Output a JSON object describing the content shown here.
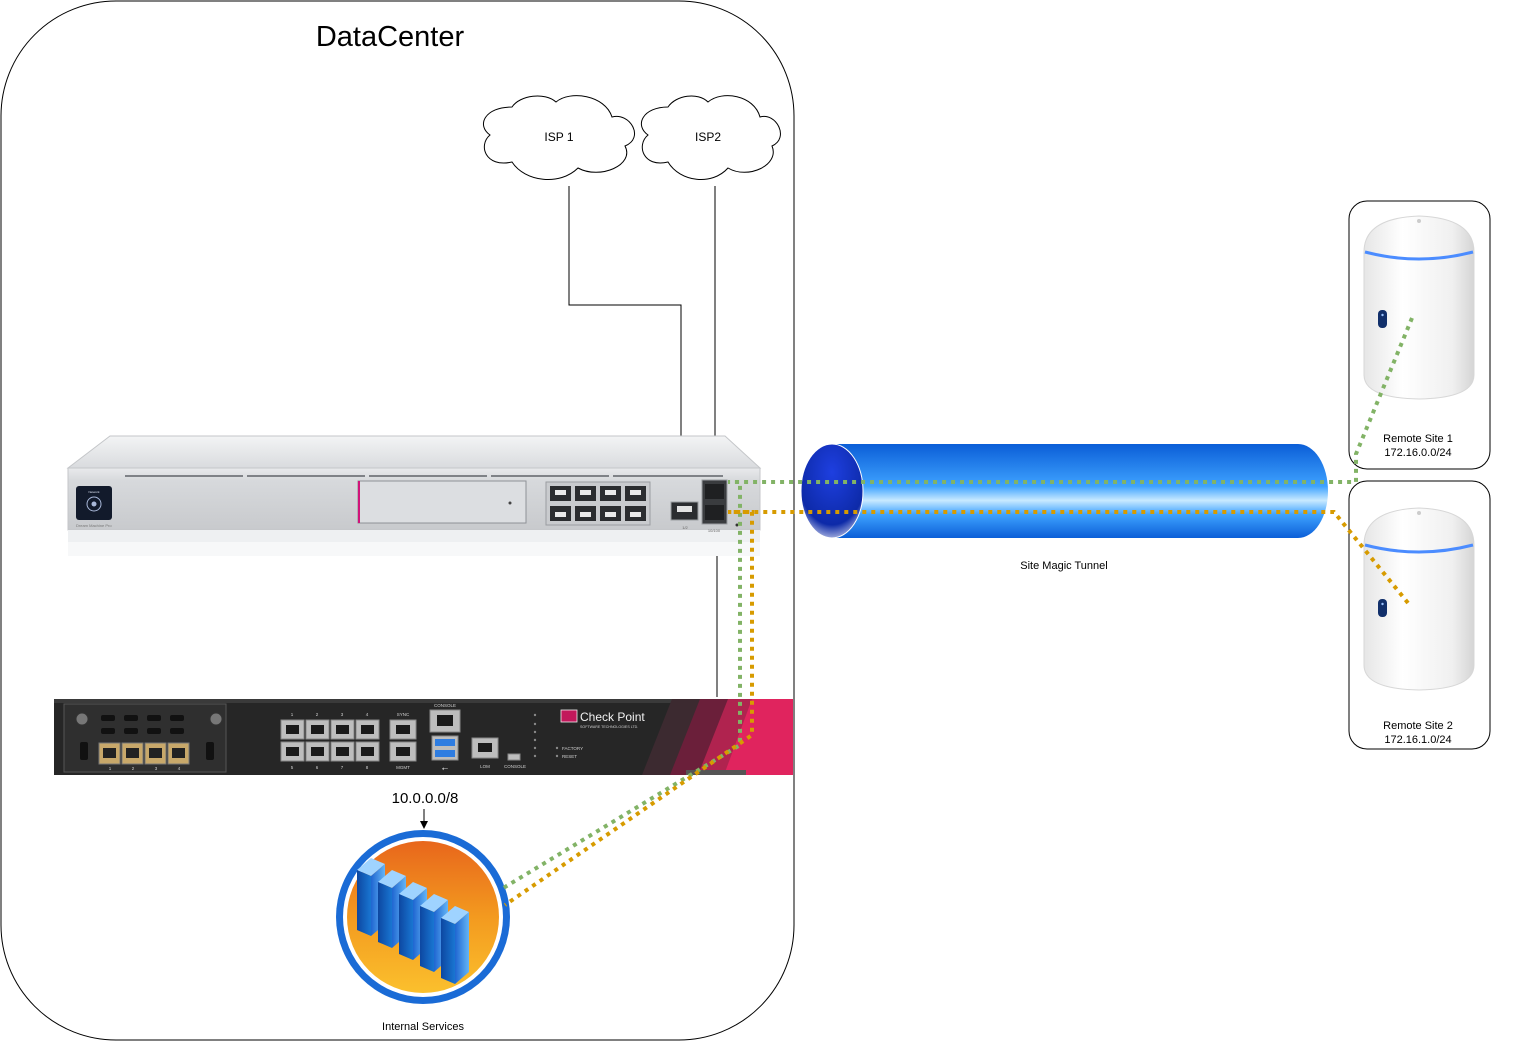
{
  "datacenter": {
    "title": "DataCenter"
  },
  "clouds": [
    {
      "label": "ISP 1"
    },
    {
      "label": "ISP2"
    }
  ],
  "gateway": {
    "device_label": "Dream Machine Pro",
    "screen_text": "Network",
    "port_caption": "1/2",
    "sfp_caption": "10/100"
  },
  "firewall": {
    "brand": "Check Point",
    "brand_sub": "SOFTWARE TECHNOLOGIES LTD.",
    "sfp_numbers": [
      "1",
      "2",
      "3",
      "4"
    ],
    "port_numbers_top": [
      "1",
      "2",
      "3",
      "4"
    ],
    "port_numbers_bottom": [
      "5",
      "6",
      "7",
      "8"
    ],
    "sync_label": "SYNC",
    "mgmt_label": "MGMT",
    "console_label": "CONSOLE",
    "lom_label": "LOM",
    "console2_label": "CONSOLE",
    "factory_label": "FACTORY",
    "reset_label": "RESET"
  },
  "internal": {
    "subnet": "10.0.0.0/8",
    "label": "Internal Services"
  },
  "tunnel": {
    "label": "Site Magic Tunnel"
  },
  "remote_sites": [
    {
      "name": "Remote Site 1",
      "subnet": "172.16.0.0/24"
    },
    {
      "name": "Remote Site 2",
      "subnet": "172.16.1.0/24"
    }
  ],
  "colors": {
    "green_link": "#82b366",
    "orange_link": "#d79b00",
    "tunnel_blue": "#1e7bff",
    "checkpoint_red": "#e0245e"
  }
}
